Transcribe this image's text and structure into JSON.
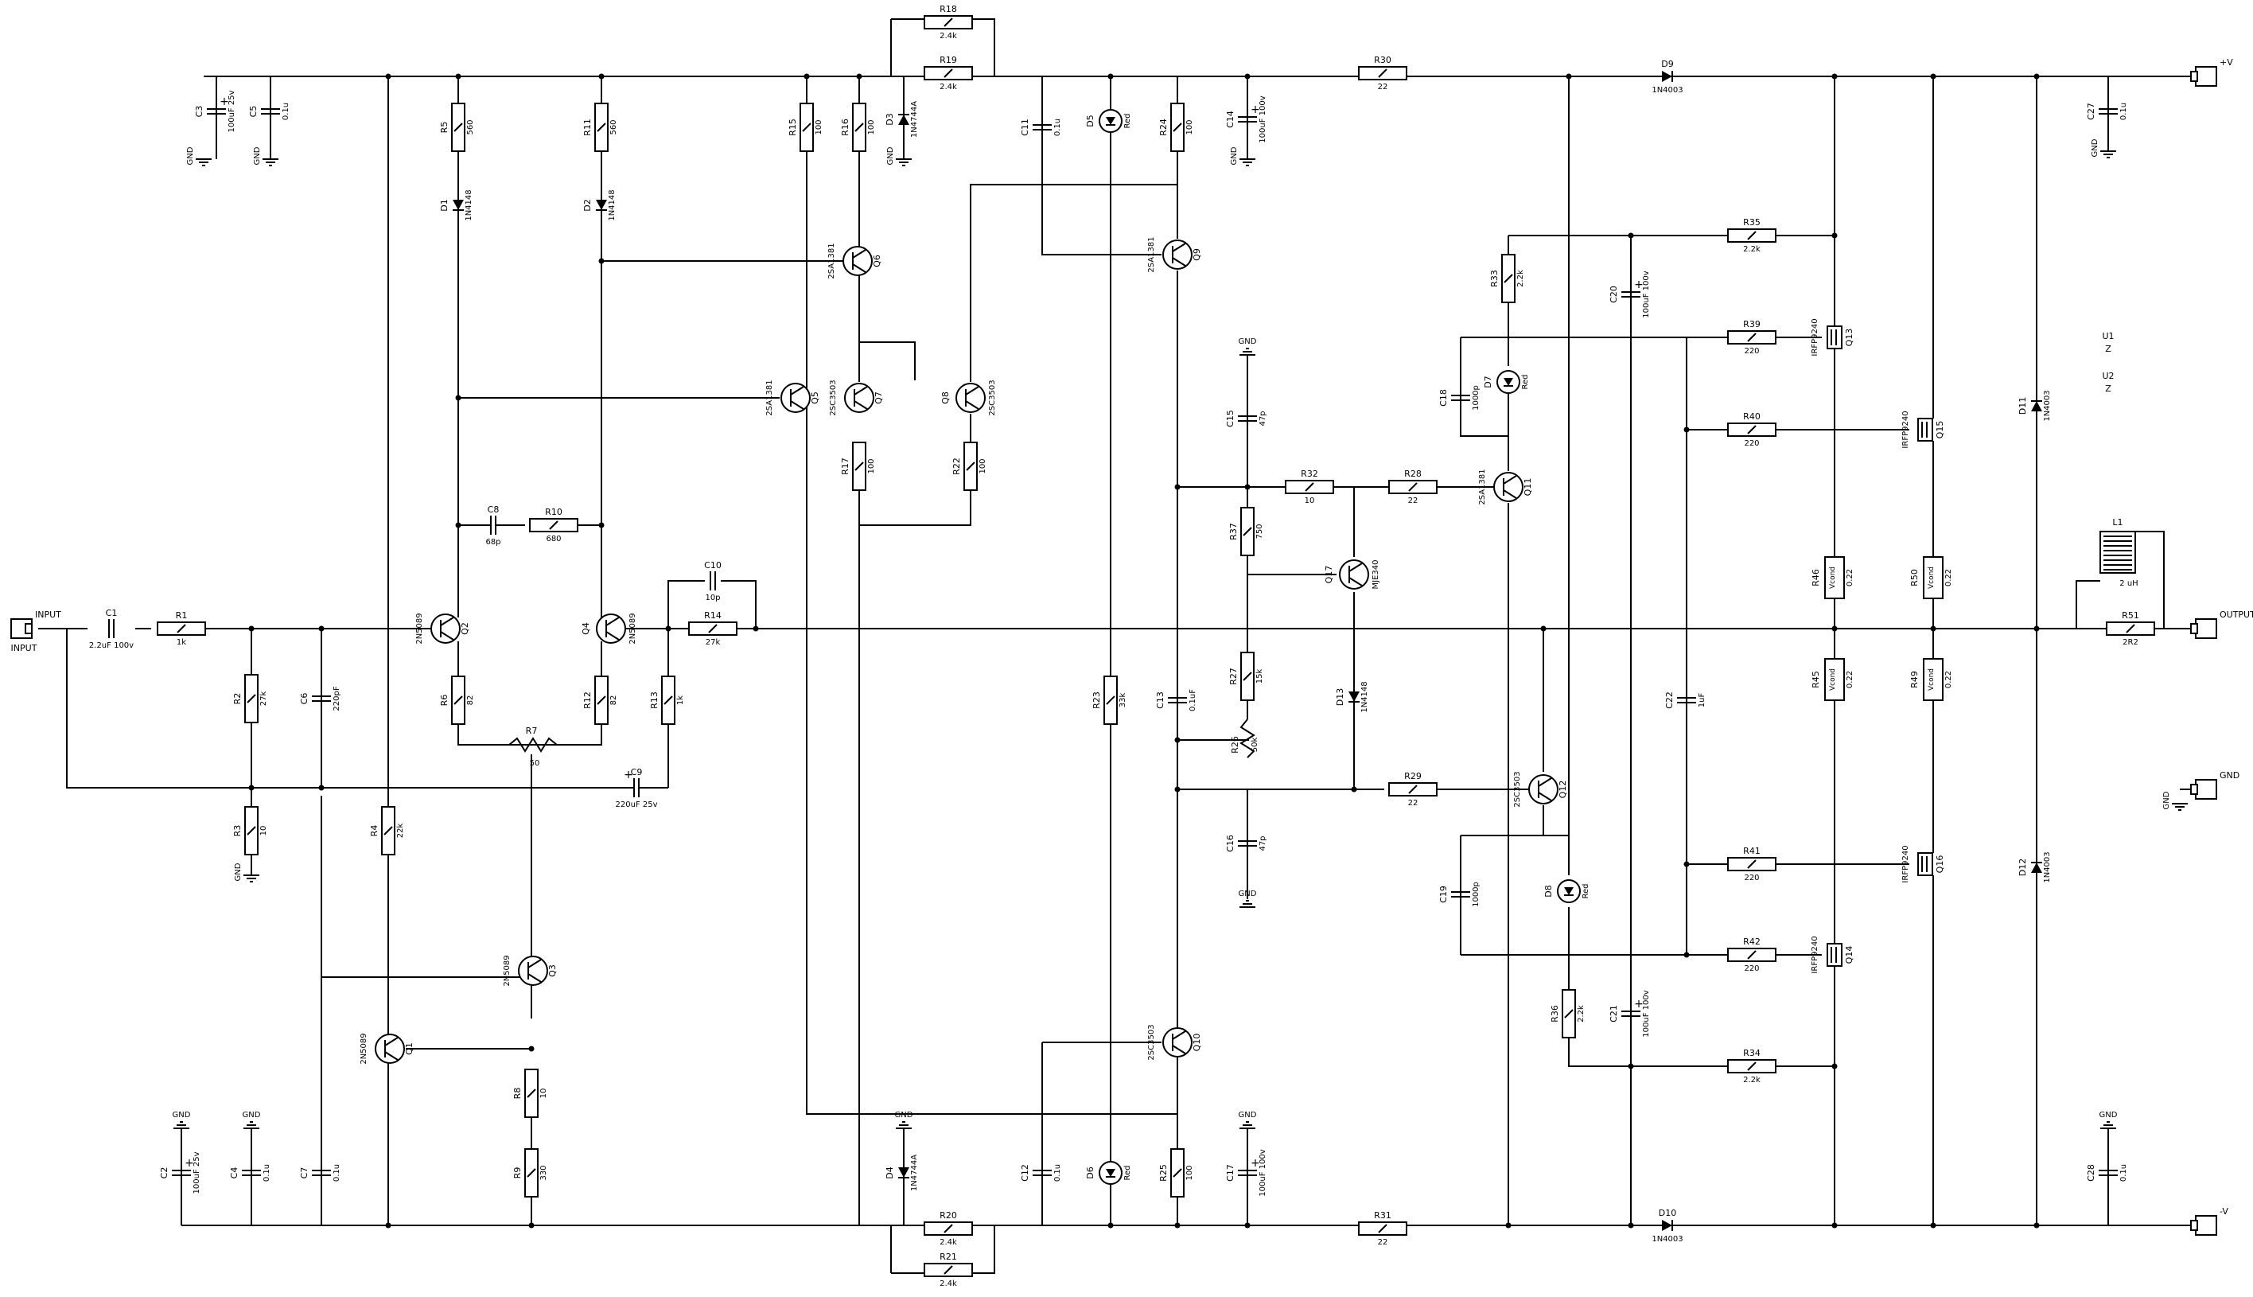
{
  "connectors": {
    "input": {
      "label1": "INPUT",
      "label2": "INPUT"
    },
    "output": "OUTPUT",
    "gnd": "GND",
    "pos": "+V",
    "neg": "-V"
  },
  "gnd_label": "GND",
  "resistors": [
    {
      "ref": "R1",
      "val": "1k"
    },
    {
      "ref": "R2",
      "val": "27k"
    },
    {
      "ref": "R3",
      "val": "10"
    },
    {
      "ref": "R4",
      "val": "22k"
    },
    {
      "ref": "R5",
      "val": "560"
    },
    {
      "ref": "R6",
      "val": "82"
    },
    {
      "ref": "R8",
      "val": "10"
    },
    {
      "ref": "R9",
      "val": "330"
    },
    {
      "ref": "R10",
      "val": "680"
    },
    {
      "ref": "R11",
      "val": "560"
    },
    {
      "ref": "R12",
      "val": "82"
    },
    {
      "ref": "R13",
      "val": "1k"
    },
    {
      "ref": "R14",
      "val": "27k"
    },
    {
      "ref": "R15",
      "val": "100"
    },
    {
      "ref": "R16",
      "val": "100"
    },
    {
      "ref": "R17",
      "val": "100"
    },
    {
      "ref": "R18",
      "val": "2.4k"
    },
    {
      "ref": "R19",
      "val": "2.4k"
    },
    {
      "ref": "R20",
      "val": "2.4k"
    },
    {
      "ref": "R21",
      "val": "2.4k"
    },
    {
      "ref": "R22",
      "val": "100"
    },
    {
      "ref": "R23",
      "val": "33k"
    },
    {
      "ref": "R24",
      "val": "100"
    },
    {
      "ref": "R25",
      "val": "100"
    },
    {
      "ref": "R27",
      "val": "15k"
    },
    {
      "ref": "R28",
      "val": "22"
    },
    {
      "ref": "R29",
      "val": "22"
    },
    {
      "ref": "R30",
      "val": "22"
    },
    {
      "ref": "R31",
      "val": "22"
    },
    {
      "ref": "R32",
      "val": "10"
    },
    {
      "ref": "R33",
      "val": "2.2k"
    },
    {
      "ref": "R34",
      "val": "2.2k"
    },
    {
      "ref": "R35",
      "val": "2.2k"
    },
    {
      "ref": "R36",
      "val": "2.2k"
    },
    {
      "ref": "R37",
      "val": "750"
    },
    {
      "ref": "R39",
      "val": "220"
    },
    {
      "ref": "R40",
      "val": "220"
    },
    {
      "ref": "R41",
      "val": "220"
    },
    {
      "ref": "R42",
      "val": "220"
    },
    {
      "ref": "R45",
      "val": "0.22"
    },
    {
      "ref": "R46",
      "val": "0.22"
    },
    {
      "ref": "R49",
      "val": "0.22"
    },
    {
      "ref": "R50",
      "val": "0.22"
    },
    {
      "ref": "R51",
      "val": "2R2"
    }
  ],
  "pots": [
    {
      "ref": "R7",
      "val": "50"
    },
    {
      "ref": "R26",
      "val": "50k"
    }
  ],
  "caps": [
    {
      "ref": "C1",
      "val": "2.2uF 100v"
    },
    {
      "ref": "C2",
      "val": "100uF 25v"
    },
    {
      "ref": "C3",
      "val": "100uF 25v"
    },
    {
      "ref": "C4",
      "val": "0.1u"
    },
    {
      "ref": "C5",
      "val": "0.1u"
    },
    {
      "ref": "C6",
      "val": "220pF"
    },
    {
      "ref": "C7",
      "val": "0.1u"
    },
    {
      "ref": "C8",
      "val": "68p"
    },
    {
      "ref": "C9",
      "val": "220uF 25v"
    },
    {
      "ref": "C10",
      "val": "10p"
    },
    {
      "ref": "C11",
      "val": "0.1u"
    },
    {
      "ref": "C12",
      "val": "0.1u"
    },
    {
      "ref": "C13",
      "val": "0.1uF"
    },
    {
      "ref": "C14",
      "val": "100uF 100v"
    },
    {
      "ref": "C15",
      "val": "47p"
    },
    {
      "ref": "C16",
      "val": "47p"
    },
    {
      "ref": "C17",
      "val": "100uF 100v"
    },
    {
      "ref": "C18",
      "val": "1000p"
    },
    {
      "ref": "C19",
      "val": "1000p"
    },
    {
      "ref": "C20",
      "val": "100uF 100v"
    },
    {
      "ref": "C21",
      "val": "100uF 100v"
    },
    {
      "ref": "C22",
      "val": "1uF"
    },
    {
      "ref": "C27",
      "val": "0.1u"
    },
    {
      "ref": "C28",
      "val": "0.1u"
    }
  ],
  "transistors": [
    {
      "ref": "Q1",
      "val": "2N5089"
    },
    {
      "ref": "Q2",
      "val": "2N5089"
    },
    {
      "ref": "Q3",
      "val": "2N5089"
    },
    {
      "ref": "Q4",
      "val": "2N5089"
    },
    {
      "ref": "Q5",
      "val": "2SA1381"
    },
    {
      "ref": "Q6",
      "val": "2SA1381"
    },
    {
      "ref": "Q7",
      "val": "2SC3503"
    },
    {
      "ref": "Q8",
      "val": "2SC3503"
    },
    {
      "ref": "Q9",
      "val": "2SA1381"
    },
    {
      "ref": "Q10",
      "val": "2SC3503"
    },
    {
      "ref": "Q11",
      "val": "2SA1381"
    },
    {
      "ref": "Q12",
      "val": "2SC3503"
    },
    {
      "ref": "Q13",
      "val": "IRFP9240"
    },
    {
      "ref": "Q14",
      "val": "IRFP9240"
    },
    {
      "ref": "Q15",
      "val": "IRFP9240"
    },
    {
      "ref": "Q16",
      "val": "IRFP9240"
    },
    {
      "ref": "Q17",
      "val": "MJE340"
    }
  ],
  "diodes": [
    {
      "ref": "D1",
      "val": "1N4148"
    },
    {
      "ref": "D2",
      "val": "1N4148"
    },
    {
      "ref": "D3",
      "val": "1N4744A"
    },
    {
      "ref": "D4",
      "val": "1N4744A"
    },
    {
      "ref": "D5",
      "val": "Red"
    },
    {
      "ref": "D6",
      "val": "Red"
    },
    {
      "ref": "D7",
      "val": "Red"
    },
    {
      "ref": "D8",
      "val": "Red"
    },
    {
      "ref": "D9",
      "val": "1N4003"
    },
    {
      "ref": "D10",
      "val": "1N4003"
    },
    {
      "ref": "D11",
      "val": "1N4003"
    },
    {
      "ref": "D12",
      "val": "1N4003"
    },
    {
      "ref": "D13",
      "val": "1N4148"
    }
  ],
  "inductor": {
    "ref": "L1",
    "val": "2 uH"
  },
  "misc": {
    "u1_ref": "U1",
    "u1_val": "Z",
    "u2_ref": "U2",
    "u2_val": "Z",
    "vcond": "Vcond"
  }
}
